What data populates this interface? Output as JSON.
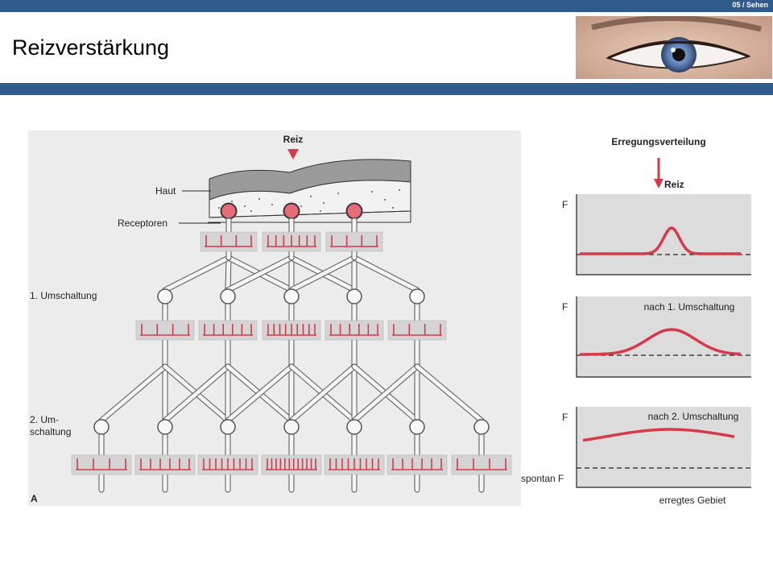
{
  "header": {
    "slide_number": "05 / Sehen",
    "title": "Reizverstärkung"
  },
  "figure": {
    "stimulus_label": "Reiz",
    "skin_label": "Haut",
    "receptors_label": "Receptoren",
    "stage1_label": "1. Umschaltung",
    "stage2_label_line1": "2. Um-",
    "stage2_label_line2": "schaltung",
    "panel_label": "A",
    "distribution_title": "Erregungsverteilung",
    "distribution_stimulus": "Reiz",
    "axis_f": "F",
    "plot2_caption": "nach 1. Umschaltung",
    "plot3_caption": "nach 2. Umschaltung",
    "spontaneous_label": "spontan F",
    "x_axis_label": "erregtes Gebiet"
  },
  "colors": {
    "bar": "#2f5b8d",
    "accent": "#d63a4a",
    "panel": "#ececec",
    "plot_bg": "#dcdcdc"
  }
}
